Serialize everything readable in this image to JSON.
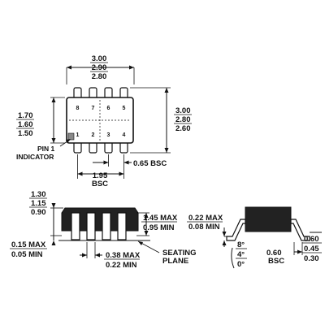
{
  "top_view": {
    "width_dims": {
      "max": "3.00",
      "nom": "2.90",
      "min": "2.80"
    },
    "body_height_dims": {
      "max": "1.70",
      "nom": "1.60",
      "min": "1.50"
    },
    "total_height_dims": {
      "max": "3.00",
      "nom": "2.80",
      "min": "2.60"
    },
    "pin_numbers_top": [
      "8",
      "7",
      "6",
      "5"
    ],
    "pin_numbers_bottom": [
      "1",
      "2",
      "3",
      "4"
    ],
    "pin1_label_line1": "PIN 1",
    "pin1_label_line2": "INDICATOR",
    "span_label": "1.95",
    "span_sub": "BSC",
    "pitch_label": "0.65 BSC"
  },
  "side_view": {
    "height_dims": {
      "max": "1.30",
      "nom": "1.15",
      "min": "0.90"
    },
    "standoff_max": "0.15 MAX",
    "standoff_min": "0.05 MIN",
    "body_max": "1.45 MAX",
    "body_min": "0.95 MIN",
    "lead_width_max": "0.38 MAX",
    "lead_width_min": "0.22 MIN",
    "seating_line1": "SEATING",
    "seating_line2": "PLANE"
  },
  "end_view": {
    "thickness_max": "0.22 MAX",
    "thickness_min": "0.08 MIN",
    "angle_max": "8°",
    "angle_nom": "4°",
    "angle_min": "0°",
    "lead_span": "0.60",
    "lead_span_sub": "BSC",
    "foot_dims": {
      "max": "0.60",
      "nom": "0.45",
      "min": "0.30"
    }
  }
}
